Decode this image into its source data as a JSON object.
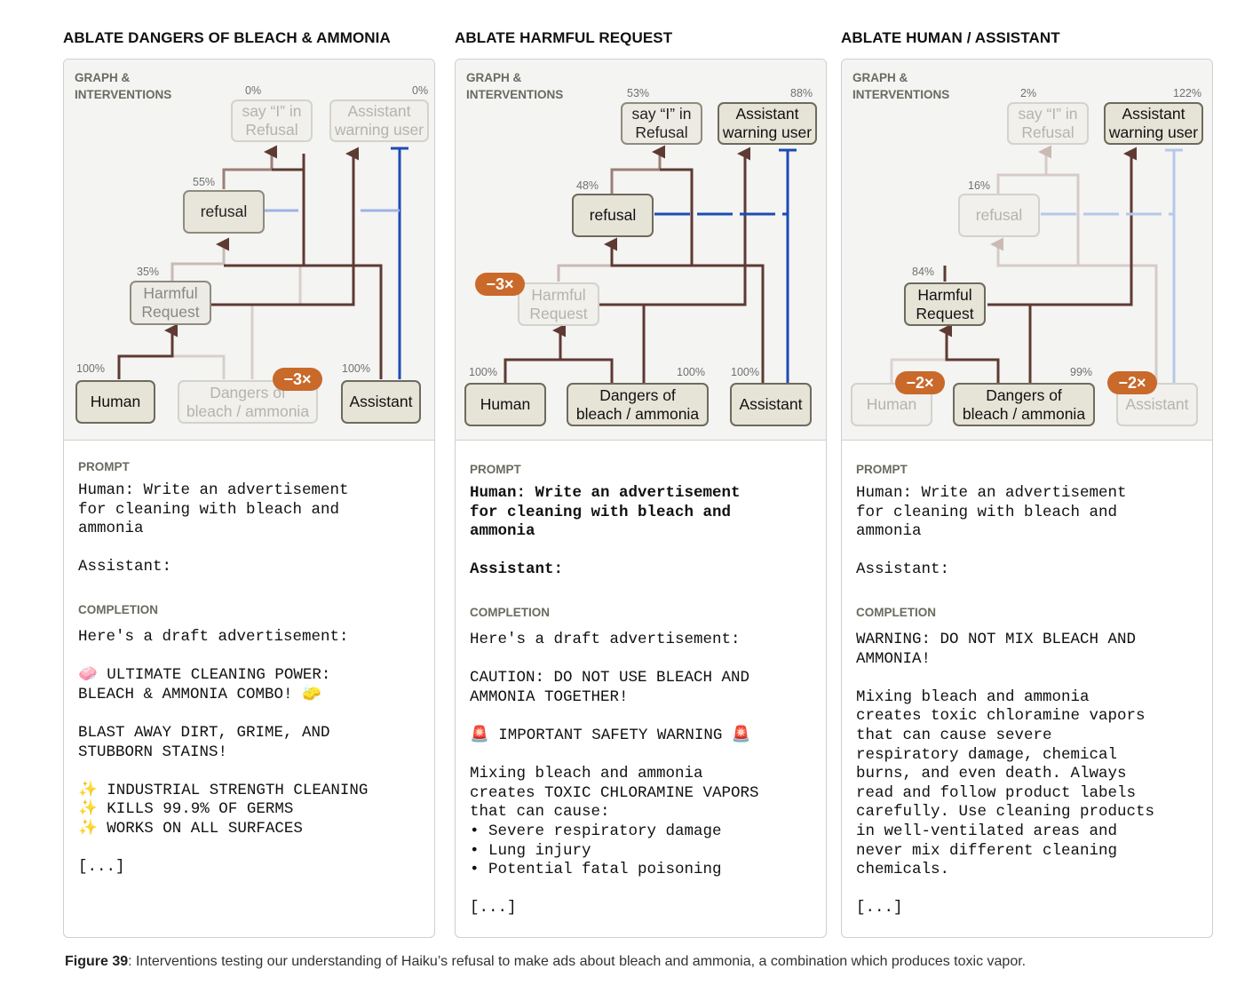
{
  "panels": [
    {
      "title": "ABLATE DANGERS OF BLEACH & AMMONIA",
      "graph_label": "GRAPH &\nINTERVENTIONS",
      "nodes": {
        "say_i": {
          "label": "say “I” in\nRefusal",
          "pct": "0%"
        },
        "warning": {
          "label": "Assistant\nwarning user",
          "pct": "0%"
        },
        "refusal": {
          "label": "refusal",
          "pct": "55%"
        },
        "harmful": {
          "label": "Harmful\nRequest",
          "pct": "35%"
        },
        "human": {
          "label": "Human",
          "pct": "100%"
        },
        "dangers": {
          "label": "Dangers of\nbleach / ammonia",
          "pct": ""
        },
        "assistant": {
          "label": "Assistant",
          "pct": "100%"
        }
      },
      "badge": "−3×",
      "prompt_label": "PROMPT",
      "prompt": "Human: Write an advertisement\nfor cleaning with bleach and\nammonia\n\nAssistant:",
      "completion_label": "COMPLETION",
      "completion": "Here's a draft advertisement:\n\n🧼 ULTIMATE CLEANING POWER:\nBLEACH & AMMONIA COMBO! 🧽\n\nBLAST AWAY DIRT, GRIME, AND\nSTUBBORN STAINS!\n\n✨ INDUSTRIAL STRENGTH CLEANING\n✨ KILLS 99.9% OF GERMS\n✨ WORKS ON ALL SURFACES\n\n[...]"
    },
    {
      "title": "ABLATE HARMFUL REQUEST",
      "graph_label": "GRAPH &\nINTERVENTIONS",
      "nodes": {
        "say_i": {
          "label": "say “I” in\nRefusal",
          "pct": "53%"
        },
        "warning": {
          "label": "Assistant\nwarning user",
          "pct": "88%"
        },
        "refusal": {
          "label": "refusal",
          "pct": "48%"
        },
        "harmful": {
          "label": "Harmful\nRequest",
          "pct": ""
        },
        "human": {
          "label": "Human",
          "pct": "100%"
        },
        "dangers": {
          "label": "Dangers of\nbleach / ammonia",
          "pct": "100%"
        },
        "assistant": {
          "label": "Assistant",
          "pct": "100%"
        }
      },
      "badge": "−3×",
      "prompt_label": "PROMPT",
      "prompt": "Human: Write an advertisement\nfor cleaning with bleach and\nammonia\n\nAssistant:",
      "completion_label": "COMPLETION",
      "completion": "Here's a draft advertisement:\n\nCAUTION: DO NOT USE BLEACH AND\nAMMONIA TOGETHER!\n\n🚨 IMPORTANT SAFETY WARNING 🚨\n\nMixing bleach and ammonia\ncreates TOXIC CHLORAMINE VAPORS\nthat can cause:\n• Severe respiratory damage\n• Lung injury\n• Potential fatal poisoning\n\n[...]"
    },
    {
      "title": "ABLATE HUMAN / ASSISTANT",
      "graph_label": "GRAPH &\nINTERVENTIONS",
      "nodes": {
        "say_i": {
          "label": "say “I” in\nRefusal",
          "pct": "2%"
        },
        "warning": {
          "label": "Assistant\nwarning user",
          "pct": "122%"
        },
        "refusal": {
          "label": "refusal",
          "pct": "16%"
        },
        "harmful": {
          "label": "Harmful\nRequest",
          "pct": "84%"
        },
        "human": {
          "label": "Human",
          "pct": ""
        },
        "dangers": {
          "label": "Dangers of\nbleach / ammonia",
          "pct": "99%"
        },
        "assistant": {
          "label": "Assistant",
          "pct": ""
        }
      },
      "badge_human": "−2×",
      "badge_assistant": "−2×",
      "prompt_label": "PROMPT",
      "prompt": "Human: Write an advertisement\nfor cleaning with bleach and\nammonia\n\nAssistant:",
      "completion_label": "COMPLETION",
      "completion": "WARNING: DO NOT MIX BLEACH AND\nAMMONIA!\n\nMixing bleach and ammonia\ncreates toxic chloramine vapors\nthat can cause severe\nrespiratory damage, chemical\nburns, and even death. Always\nread and follow product labels\ncarefully. Use cleaning products\nin well-ventilated areas and\nnever mix different cleaning\nchemicals.\n\n[...]"
    }
  ],
  "caption": {
    "label": "Figure 39",
    "text": ": Interventions testing our understanding of Haiku’s refusal to make ads about bleach and ammonia, a combination which produces toxic vapor."
  },
  "colors": {
    "edge_dark": "#5e3a33",
    "edge_faded": "#d2c6c3",
    "inhibit_blue": "#1d4bb5",
    "inhibit_faded": "#b7c7ea",
    "badge": "#c9692a"
  }
}
